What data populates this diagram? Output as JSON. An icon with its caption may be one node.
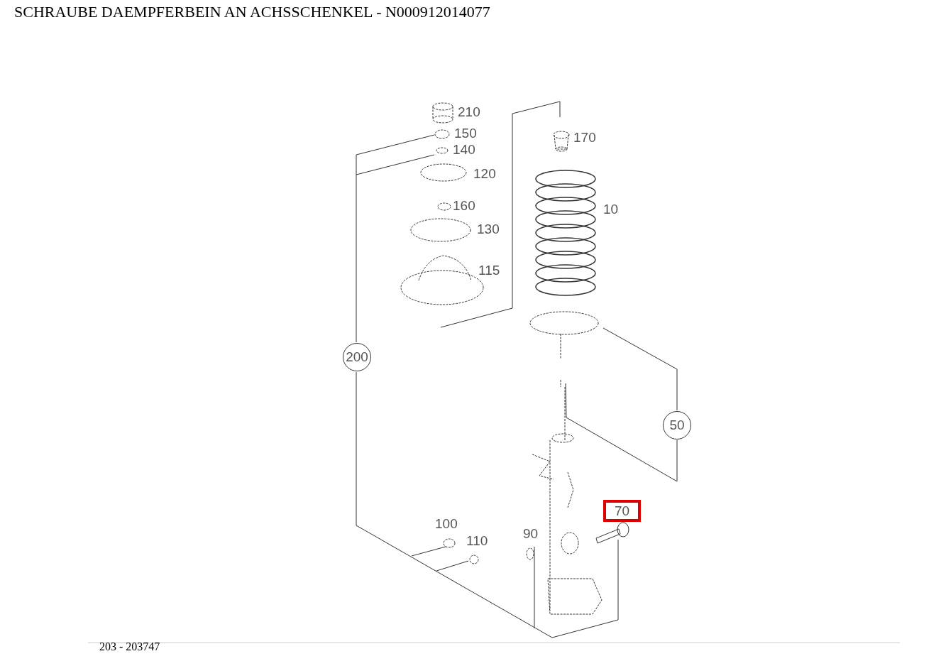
{
  "diagram": {
    "title": "SCHRAUBE DAEMPFERBEIN AN ACHSSCHENKEL - N000912014077",
    "caption": "203 - 203747",
    "nodes": [
      {
        "text": [
          "200"
        ]
      },
      {
        "text": [
          "50"
        ]
      },
      {
        "text": [
          "70"
        ]
      }
    ],
    "labels": [
      "210",
      "150",
      "170",
      "140",
      "120",
      "160",
      "10",
      "130",
      "115",
      "100",
      "90",
      "110"
    ]
  }
}
